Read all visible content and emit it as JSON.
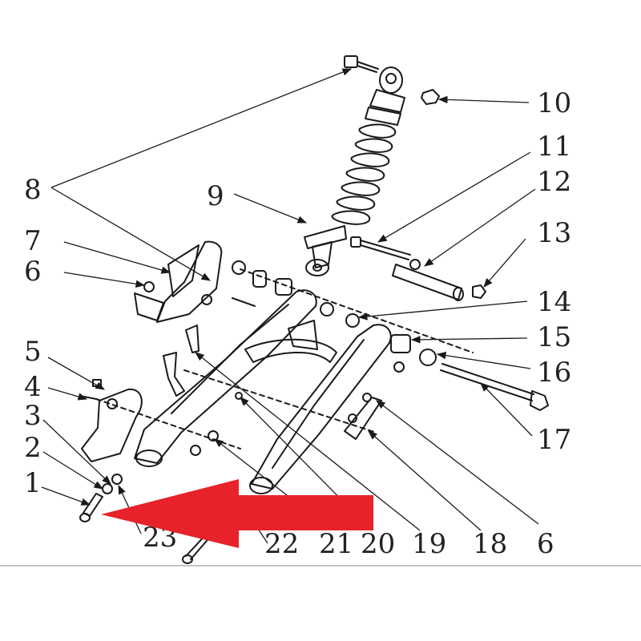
{
  "labels": [
    {
      "id": "1",
      "text": "1"
    },
    {
      "id": "2",
      "text": "2"
    },
    {
      "id": "3",
      "text": "3"
    },
    {
      "id": "4",
      "text": "4"
    },
    {
      "id": "5",
      "text": "5"
    },
    {
      "id": "6a",
      "text": "6"
    },
    {
      "id": "7",
      "text": "7"
    },
    {
      "id": "8",
      "text": "8"
    },
    {
      "id": "9",
      "text": "9"
    },
    {
      "id": "10",
      "text": "10"
    },
    {
      "id": "11",
      "text": "11"
    },
    {
      "id": "12",
      "text": "12"
    },
    {
      "id": "13",
      "text": "13"
    },
    {
      "id": "14",
      "text": "14"
    },
    {
      "id": "15",
      "text": "15"
    },
    {
      "id": "16",
      "text": "16"
    },
    {
      "id": "17",
      "text": "17"
    },
    {
      "id": "6b",
      "text": "6"
    },
    {
      "id": "18",
      "text": "18"
    },
    {
      "id": "19",
      "text": "19"
    },
    {
      "id": "20",
      "text": "20"
    },
    {
      "id": "21",
      "text": "21"
    },
    {
      "id": "22",
      "text": "22"
    },
    {
      "id": "23",
      "text": "23"
    }
  ],
  "colors": {
    "arrow": "#e8222a",
    "line": "#1a1a1a",
    "divider": "#888888"
  }
}
